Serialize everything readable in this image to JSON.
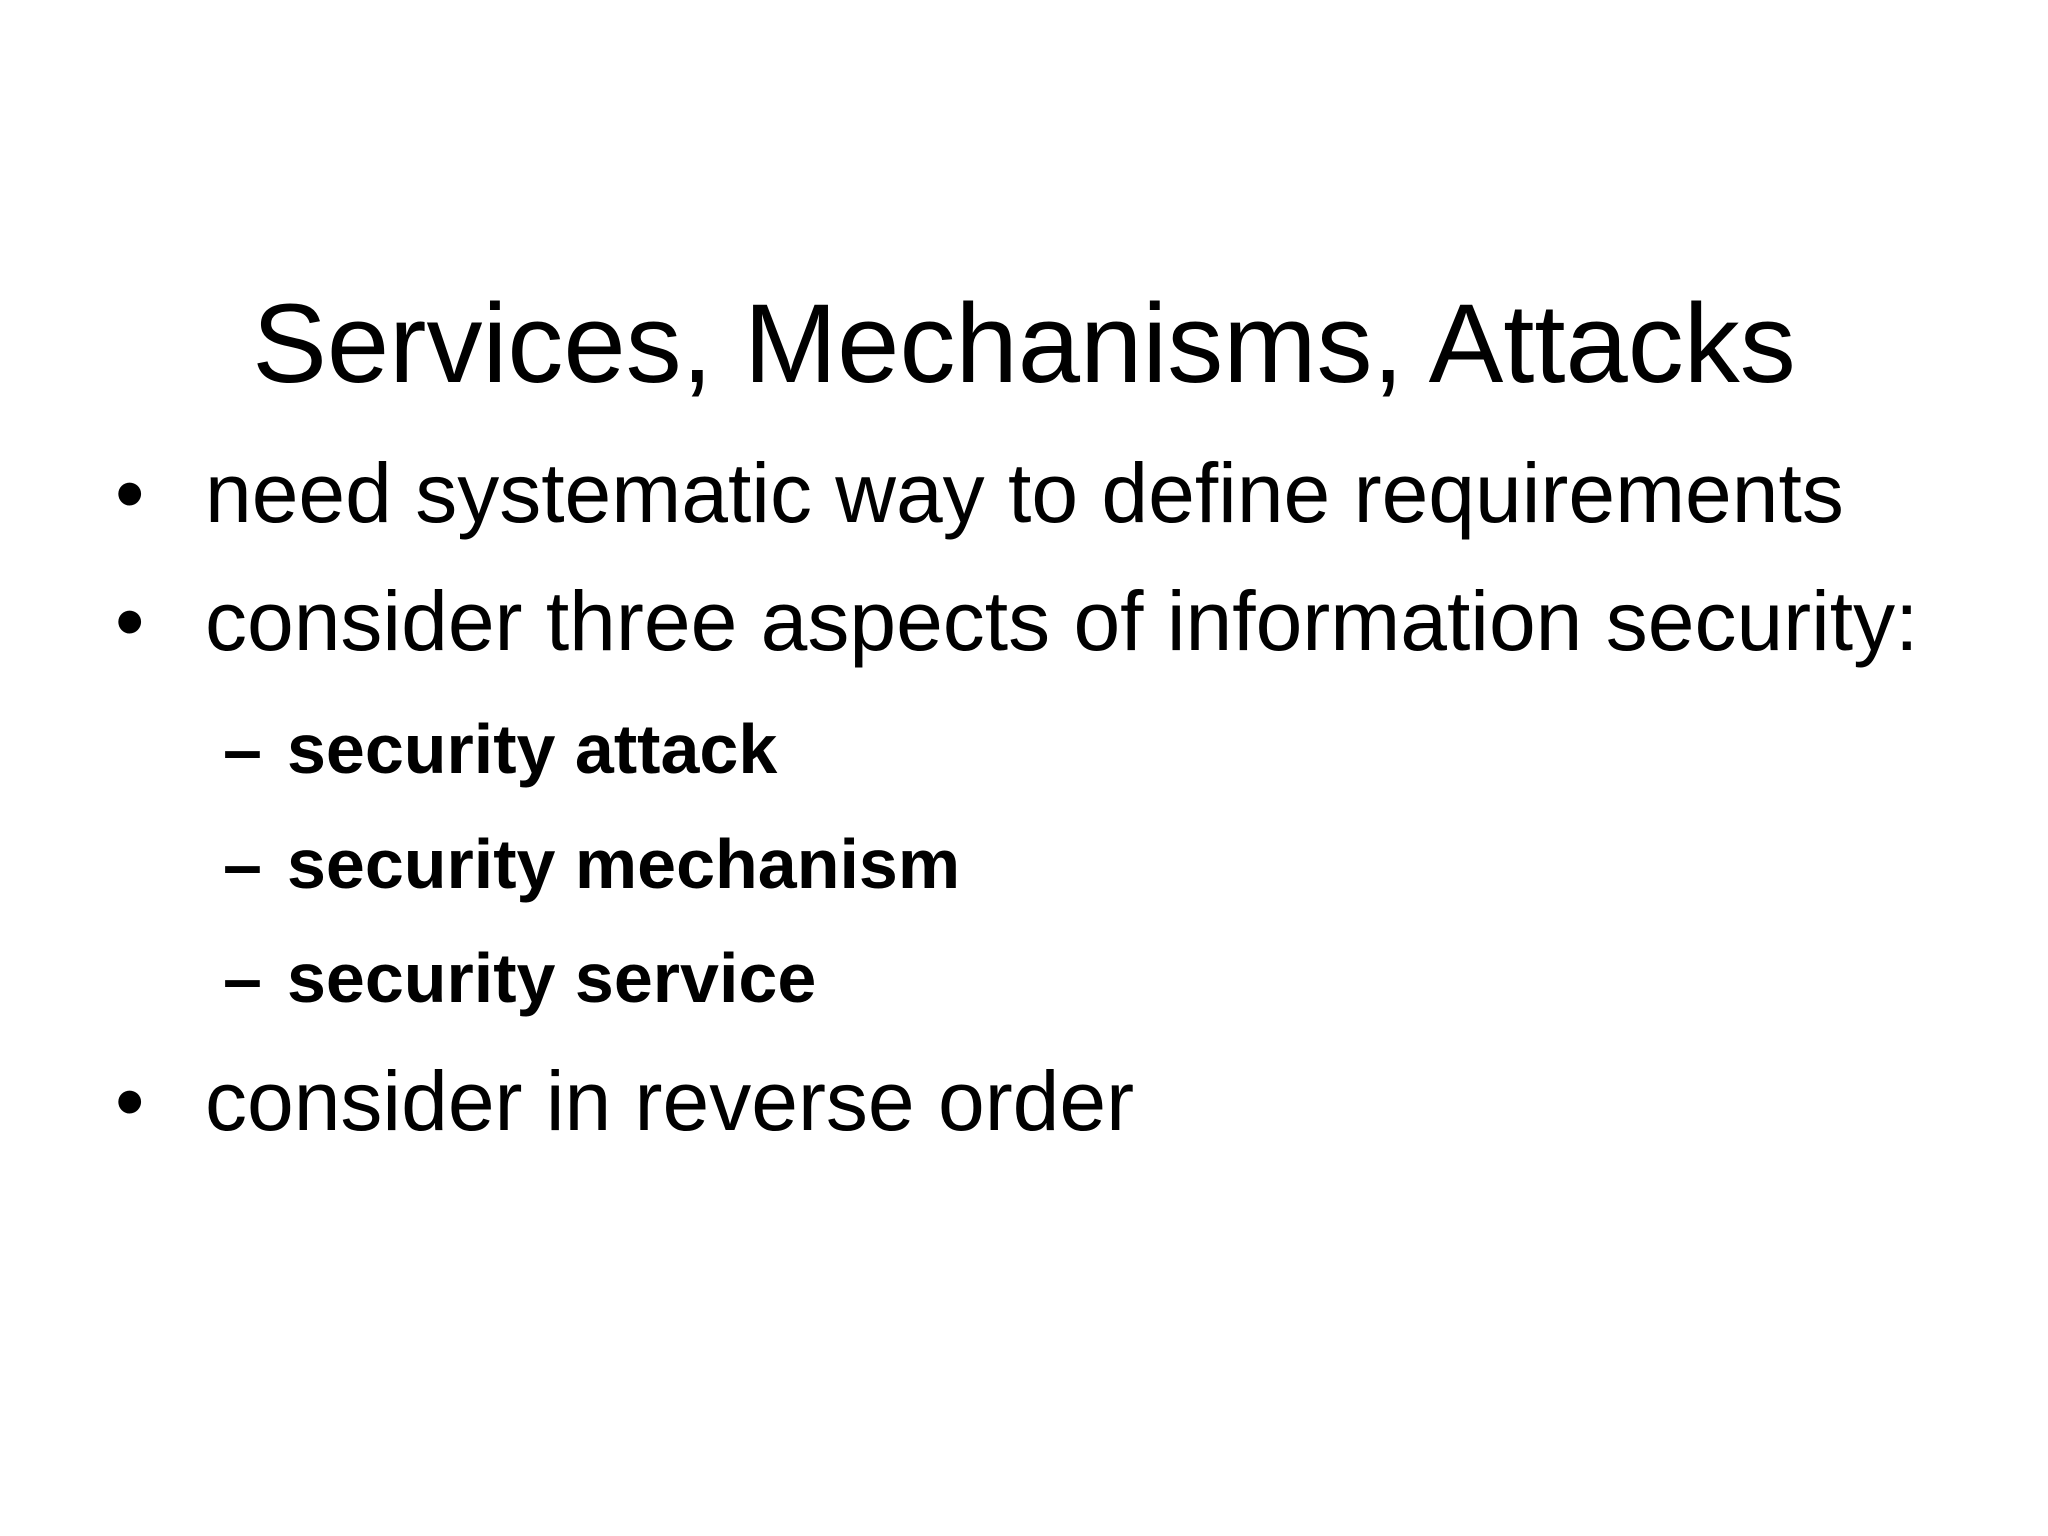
{
  "slide": {
    "title": "Services, Mechanisms, Attacks",
    "bullets": [
      {
        "level": 1,
        "marker": "•",
        "text": "need systematic way to define requirements"
      },
      {
        "level": 1,
        "marker": "•",
        "text": "consider three aspects of information security:"
      },
      {
        "level": 2,
        "marker": "–",
        "text": "security attack"
      },
      {
        "level": 2,
        "marker": "–",
        "text": "security mechanism"
      },
      {
        "level": 2,
        "marker": "–",
        "text": "security service"
      },
      {
        "level": 1,
        "marker": "•",
        "text": "consider in reverse order"
      }
    ],
    "colors": {
      "background": "#ffffff",
      "text": "#000000"
    }
  }
}
